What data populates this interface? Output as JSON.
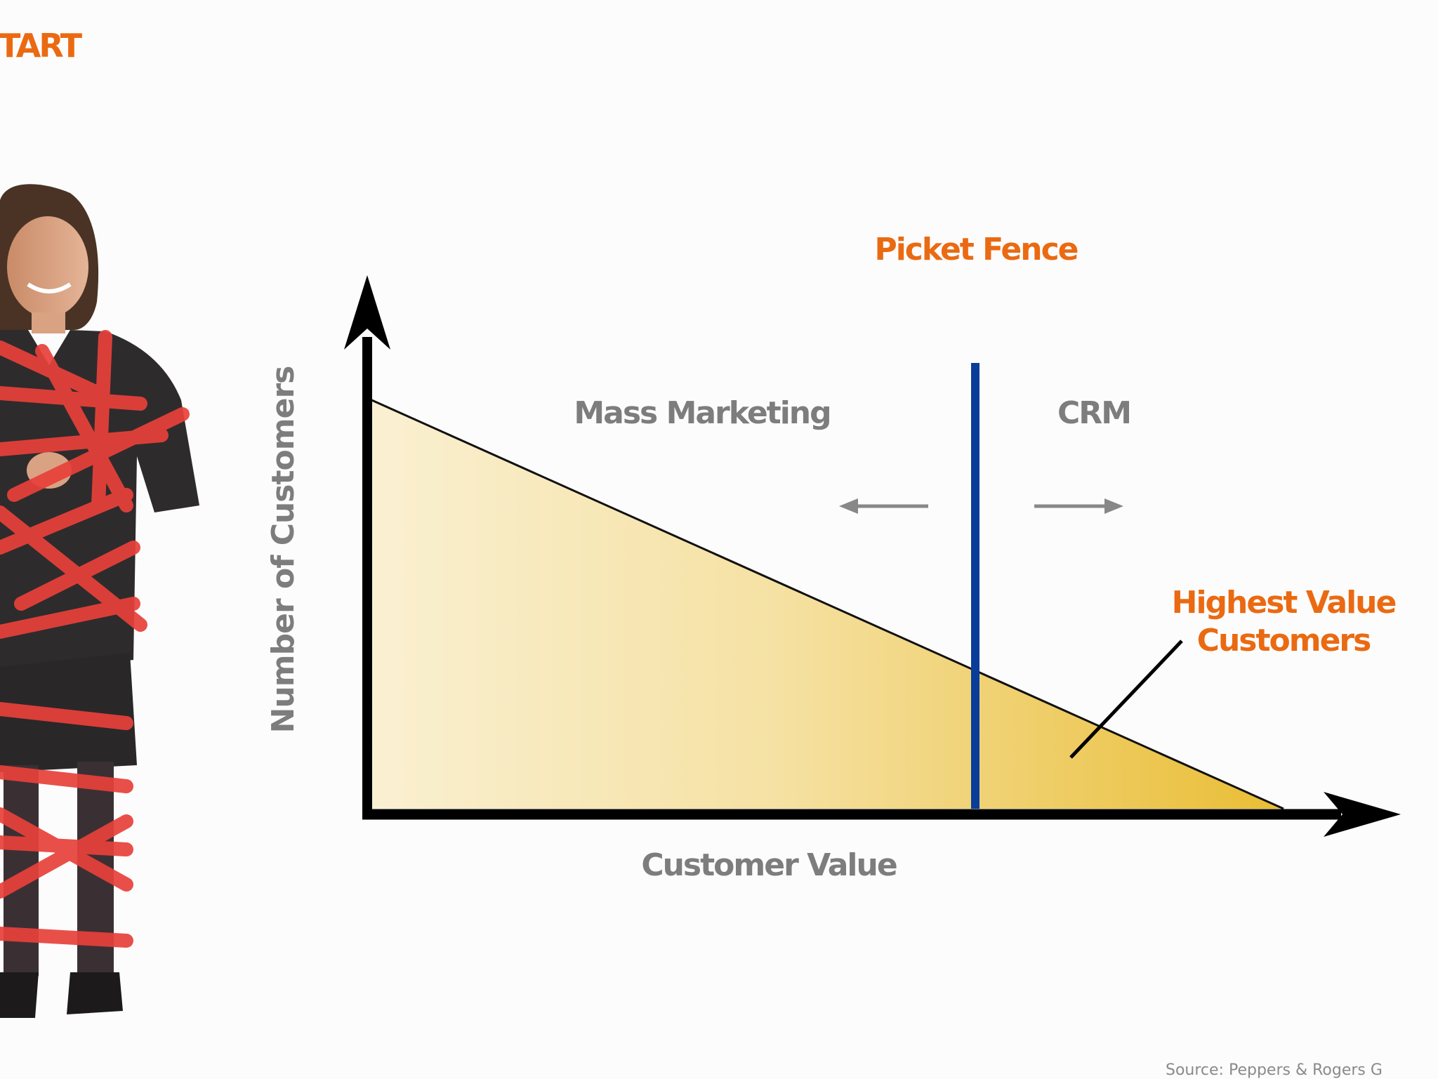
{
  "slide": {
    "title": "TART",
    "source": "Source: Peppers & Rogers G"
  },
  "diagram": {
    "x_axis_label": "Customer Value",
    "y_axis_label": "Number of Customers",
    "fence_label": "Picket Fence",
    "left_region_label": "Mass Marketing",
    "right_region_label": "CRM",
    "callout_line1": "Highest Value",
    "callout_line2": "Customers"
  },
  "colors": {
    "accent_orange": "#ea6a12",
    "fence_blue": "#0a3d99",
    "label_gray": "#7d7d7d",
    "fill_light": "#faf0d2",
    "fill_dark": "#e9bd34",
    "ribbon_red": "#e8413a"
  },
  "illustration": {
    "subject": "businesswoman-tied-in-red-tape"
  }
}
